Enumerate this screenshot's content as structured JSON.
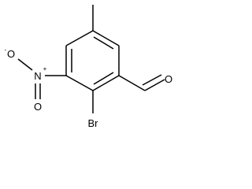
{
  "structure": {
    "atoms": {
      "nitrogen": "N",
      "nitrogen_charge": "+",
      "oxygen_top": "O",
      "oxygen_top_charge": "-",
      "oxygen_bottom": "O",
      "bromine": "Br",
      "aldehyde_oxygen": "O"
    }
  }
}
